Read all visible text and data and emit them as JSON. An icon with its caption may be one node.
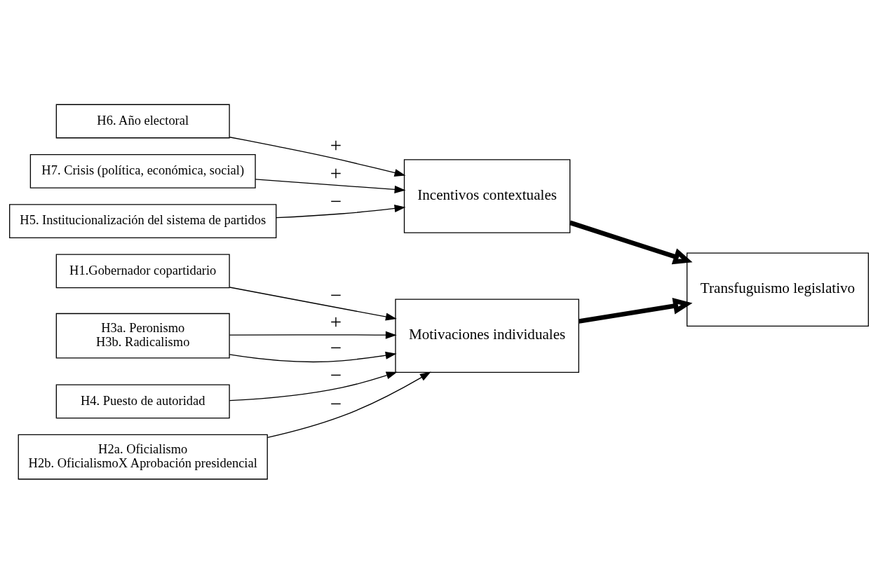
{
  "diagram": {
    "nodes": [
      {
        "text": [
          "H1.Gobernador copartidario"
        ]
      },
      {
        "text": [
          "H2a. Oficialismo",
          "H2b. OficialismoX Aprobación presidencial"
        ]
      },
      {
        "text": [
          "H3a. Peronismo",
          "H3b. Radicalismo"
        ]
      },
      {
        "text": [
          "H4. Puesto de autoridad"
        ]
      },
      {
        "text": [
          "H5. Institucionalización del sistema de partidos"
        ]
      },
      {
        "text": [
          "H6. Año electoral"
        ]
      },
      {
        "text": [
          "H7. Crisis (política, económica, social)"
        ]
      },
      {
        "text": [
          "Motivaciones individuales"
        ]
      },
      {
        "text": [
          "Incentivos contextuales"
        ]
      },
      {
        "text": [
          "Transfuguismo legislativo"
        ]
      }
    ],
    "edges": [
      {
        "from": 0,
        "to": 7,
        "arrow": "to",
        "label": "−"
      },
      {
        "from": 1,
        "to": 7,
        "arrow": "to",
        "label": "−"
      },
      {
        "from": 2,
        "to": 7,
        "arrow": "to",
        "label": "+"
      },
      {
        "from": 2,
        "to": 7,
        "arrow": "to",
        "label": "−"
      },
      {
        "from": 3,
        "to": 7,
        "arrow": "to",
        "label": "−"
      },
      {
        "from": 4,
        "to": 8,
        "arrow": "to",
        "label": "−"
      },
      {
        "from": 5,
        "to": 8,
        "arrow": "to",
        "label": "+"
      },
      {
        "from": 6,
        "to": 8,
        "arrow": "to",
        "label": "+"
      },
      {
        "from": 7,
        "to": 9,
        "arrow": "to",
        "style": "thick"
      },
      {
        "from": 8,
        "to": 9,
        "arrow": "to",
        "style": "thick"
      }
    ]
  }
}
